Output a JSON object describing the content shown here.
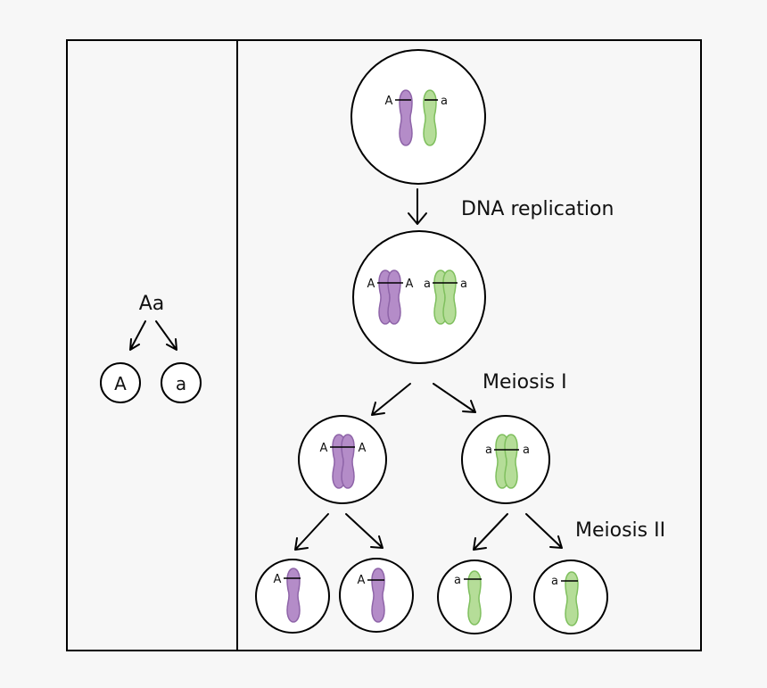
{
  "left_panel": {
    "genotype": "Aa",
    "gamete_left": "A",
    "gamete_right": "a"
  },
  "labels": {
    "dna_replication": "DNA replication",
    "meiosis_1": "Meiosis I",
    "meiosis_2": "Meiosis II"
  },
  "alleles": {
    "dominant": "A",
    "recessive": "a"
  },
  "colors": {
    "purple_fill": "#b48cc8",
    "purple_stroke": "#8e64a8",
    "green_fill": "#b5dd98",
    "green_stroke": "#7fbf5e"
  }
}
